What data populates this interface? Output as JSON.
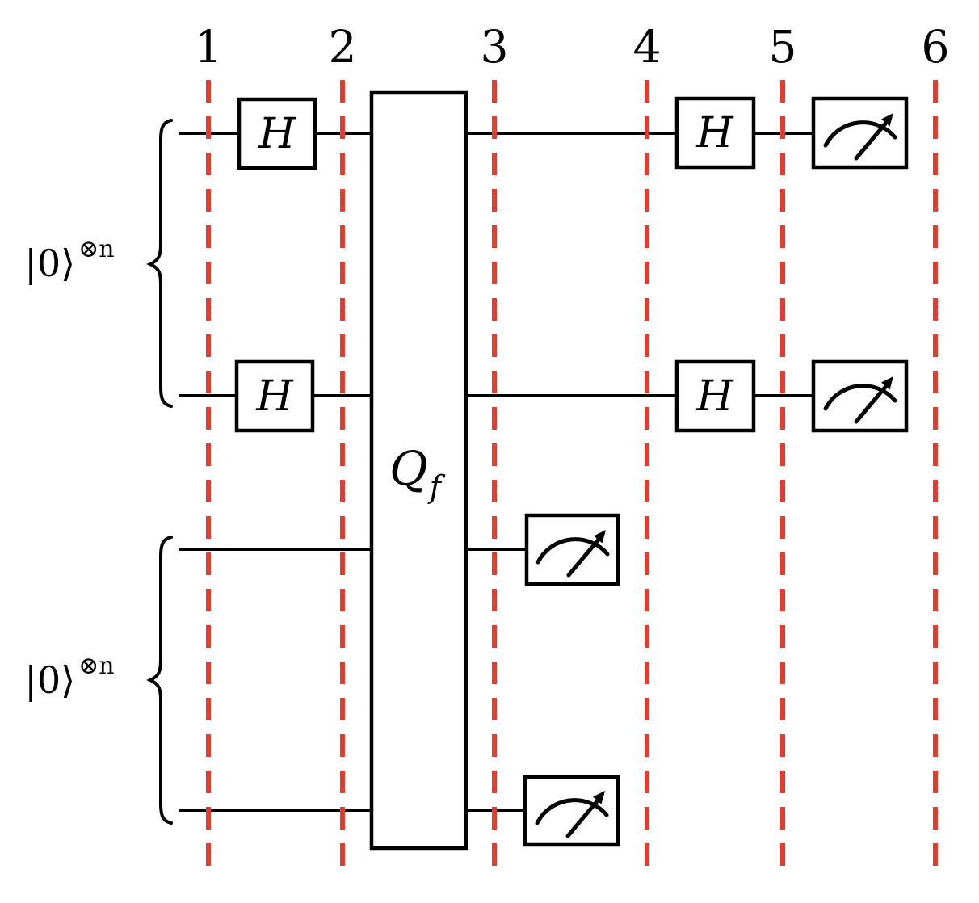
{
  "figure": {
    "kind": "quantum-circuit-diagram",
    "colors": {
      "ink": "#000000",
      "barrier_red": "#e63c2f",
      "background": "#ffffff"
    },
    "barriers": {
      "labels": [
        "1",
        "2",
        "3",
        "4",
        "5",
        "6"
      ]
    },
    "registers": [
      {
        "id": "top",
        "ket": "|0⟩",
        "superscript": "⊗n",
        "num_wires": 2
      },
      {
        "id": "bottom",
        "ket": "|0⟩",
        "superscript": "⊗n",
        "num_wires": 2
      }
    ],
    "gates": {
      "hadamard": "H",
      "oracle_main": "Q",
      "oracle_sub": "f"
    },
    "wires": [
      {
        "id": 1,
        "register": "top",
        "sequence": [
          "H",
          "Qf",
          "H",
          "measure"
        ]
      },
      {
        "id": 2,
        "register": "top",
        "sequence": [
          "H",
          "Qf",
          "H",
          "measure"
        ]
      },
      {
        "id": 3,
        "register": "bottom",
        "sequence": [
          "Qf",
          "measure"
        ]
      },
      {
        "id": 4,
        "register": "bottom",
        "sequence": [
          "Qf",
          "measure"
        ]
      }
    ]
  }
}
